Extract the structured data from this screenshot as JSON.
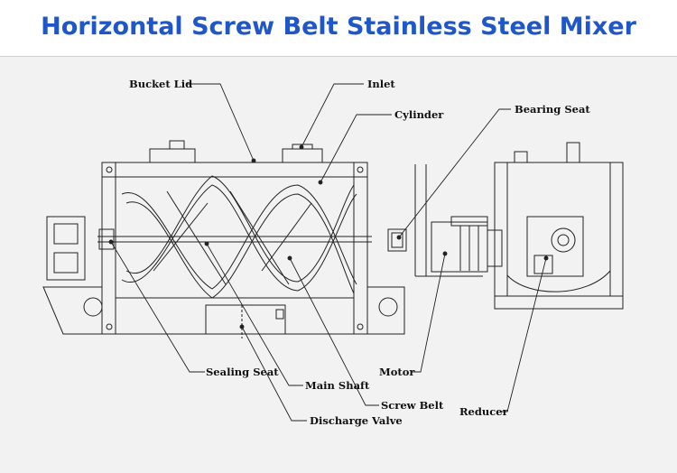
{
  "title": "Horizontal Screw Belt Stainless Steel Mixer",
  "labels": {
    "bucket_lid": "Bucket Lid",
    "inlet": "Inlet",
    "cylinder": "Cylinder",
    "bearing_seat": "Bearing Seat",
    "sealing_seat": "Sealing Seat",
    "main_shaft": "Main Shaft",
    "screw_belt": "Screw Belt",
    "discharge_valve": "Discharge Valve",
    "motor": "Motor",
    "reducer": "Reducer"
  },
  "colors": {
    "title": "#1f57c9",
    "panel_background": "#f2f2f2",
    "line": "#222222"
  }
}
